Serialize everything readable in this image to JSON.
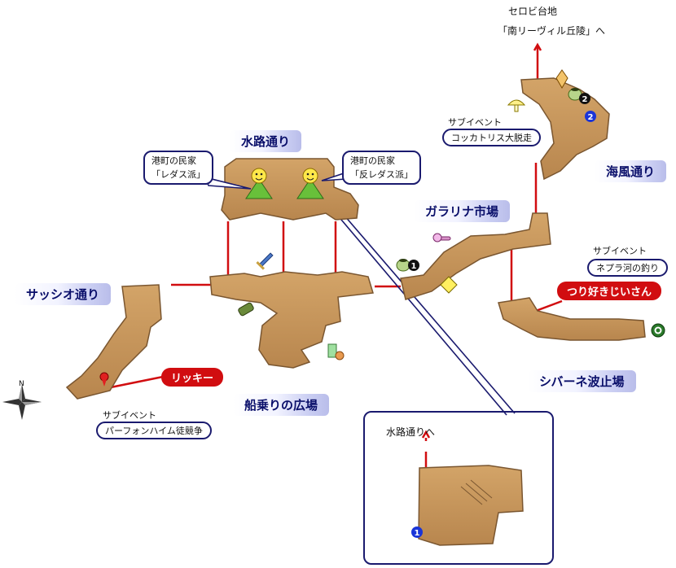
{
  "labels": {
    "suiro": "水路通り",
    "garalina": "ガラリナ市場",
    "kaifu": "海風通り",
    "sasshio": "サッシオ通り",
    "funanori": "船乗りの広場",
    "shibarne": "シバーネ波止場",
    "serobi_line1": "セロビ台地",
    "serobi_line2": "「南リーヴィル丘陵」へ",
    "suiro_to": "水路通りへ"
  },
  "npcs": {
    "ledas_line1": "港町の民家",
    "ledas_line2": "「レダス派」",
    "anti_line1": "港町の民家",
    "anti_line2": "「反レダス派」"
  },
  "events": {
    "cockatrice_label": "サブイベント",
    "cockatrice": "コッカトリス大脱走",
    "nepura_label": "サブイベント",
    "nepura": "ネプラ河の釣り",
    "perfume_label": "サブイベント",
    "perfume": "パーフォンハイム徒競争"
  },
  "characters": {
    "fishing_old_man": "つり好きじいさん",
    "rikki": "リッキー"
  },
  "markers": {
    "black1": "1",
    "black2": "2",
    "blue1": "1",
    "blue2": "2"
  },
  "compass": {
    "north": "N"
  },
  "colors": {
    "floor": "#c7955a",
    "floor_edge": "#7a5630",
    "route": "#d10d10",
    "frame": "#1a1a6e"
  }
}
